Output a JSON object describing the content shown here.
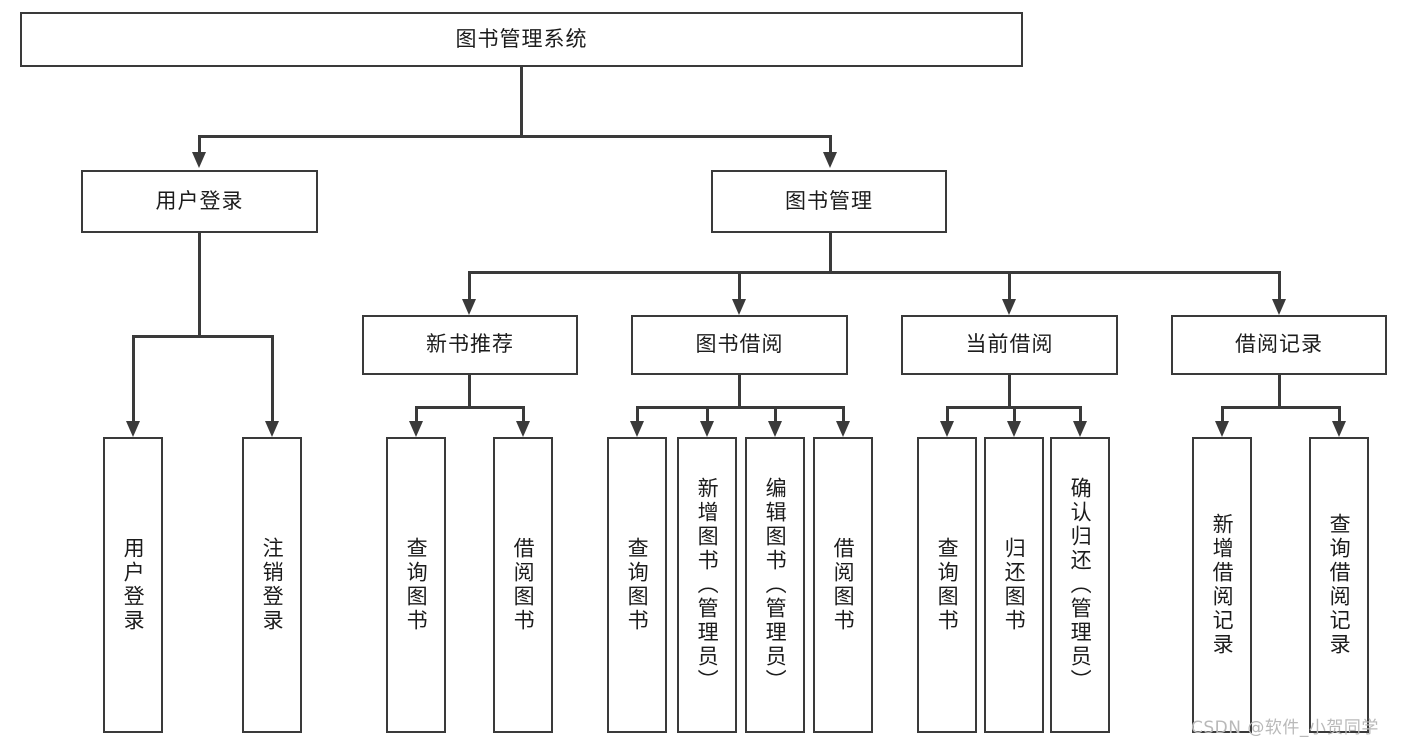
{
  "diagram": {
    "title": "图书管理系统",
    "type": "tree-hierarchy",
    "root": {
      "id": "root",
      "label": "图书管理系统"
    },
    "level2": [
      {
        "id": "user-login",
        "label": "用户登录"
      },
      {
        "id": "book-manage",
        "label": "图书管理"
      }
    ],
    "level3": [
      {
        "id": "new-book-recommend",
        "label": "新书推荐",
        "parent": "book-manage"
      },
      {
        "id": "book-borrow",
        "label": "图书借阅",
        "parent": "book-manage"
      },
      {
        "id": "current-borrow",
        "label": "当前借阅",
        "parent": "book-manage"
      },
      {
        "id": "borrow-record",
        "label": "借阅记录",
        "parent": "book-manage"
      }
    ],
    "leaves": {
      "user_login": [
        {
          "id": "leaf-user-login",
          "label": "用户登录"
        },
        {
          "id": "leaf-user-logout",
          "label": "注销登录"
        }
      ],
      "new_book_recommend": [
        {
          "id": "leaf-query-book-1",
          "label": "查询图书"
        },
        {
          "id": "leaf-borrow-book-1",
          "label": "借阅图书"
        }
      ],
      "book_borrow": [
        {
          "id": "leaf-query-book-2",
          "label": "查询图书"
        },
        {
          "id": "leaf-add-book",
          "label": "新增图书（管理员）"
        },
        {
          "id": "leaf-edit-book",
          "label": "编辑图书（管理员）"
        },
        {
          "id": "leaf-borrow-book-2",
          "label": "借阅图书"
        }
      ],
      "current_borrow": [
        {
          "id": "leaf-query-book-3",
          "label": "查询图书"
        },
        {
          "id": "leaf-return-book",
          "label": "归还图书"
        },
        {
          "id": "leaf-confirm-return",
          "label": "确认归还（管理员）"
        }
      ],
      "borrow_record": [
        {
          "id": "leaf-add-record",
          "label": "新增借阅记录"
        },
        {
          "id": "leaf-query-record",
          "label": "查询借阅记录"
        }
      ]
    }
  },
  "watermark": {
    "text": "CSDN @软件_小贺同学"
  },
  "colors": {
    "stroke": "#3a3a3a",
    "fill": "#ffffff",
    "text": "#1c1c1c",
    "watermark": "#b9b9b9"
  }
}
